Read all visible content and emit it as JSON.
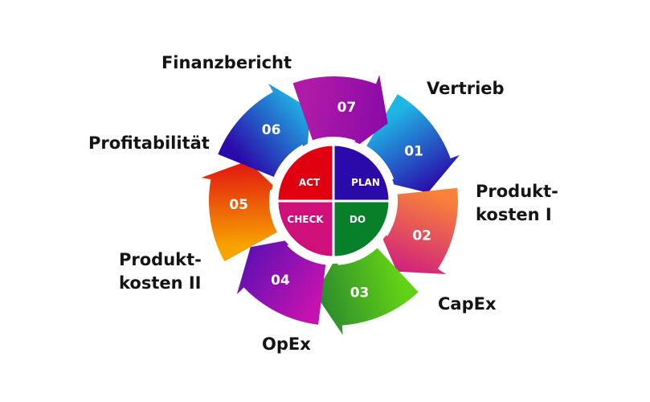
{
  "cycle": {
    "steps": [
      {
        "num": "01",
        "label": "Vertrieb",
        "from": "#1fb6e6",
        "to": "#2a0aaa"
      },
      {
        "num": "02",
        "label": "Produkt-\nkosten I",
        "from": "#f8823a",
        "to": "#d0207e"
      },
      {
        "num": "03",
        "label": "CapEx",
        "from": "#62d214",
        "to": "#2a8a2e"
      },
      {
        "num": "04",
        "label": "OpEx",
        "from": "#c412b0",
        "to": "#6010b2"
      },
      {
        "num": "05",
        "label": "Produkt-\nkosten II",
        "from": "#f8a400",
        "to": "#e21410"
      },
      {
        "num": "06",
        "label": "Profitabilität",
        "from": "#2a0aaa",
        "to": "#1fb6e6"
      },
      {
        "num": "07",
        "label": "Finanzbericht",
        "from": "#b01aa8",
        "to": "#8a0aa8"
      }
    ]
  },
  "pdca": [
    {
      "label": "PLAN",
      "color": "#2a0aa8"
    },
    {
      "label": "DO",
      "color": "#08802a"
    },
    {
      "label": "CHECK",
      "color": "#d0107a"
    },
    {
      "label": "ACT",
      "color": "#e00010"
    }
  ]
}
